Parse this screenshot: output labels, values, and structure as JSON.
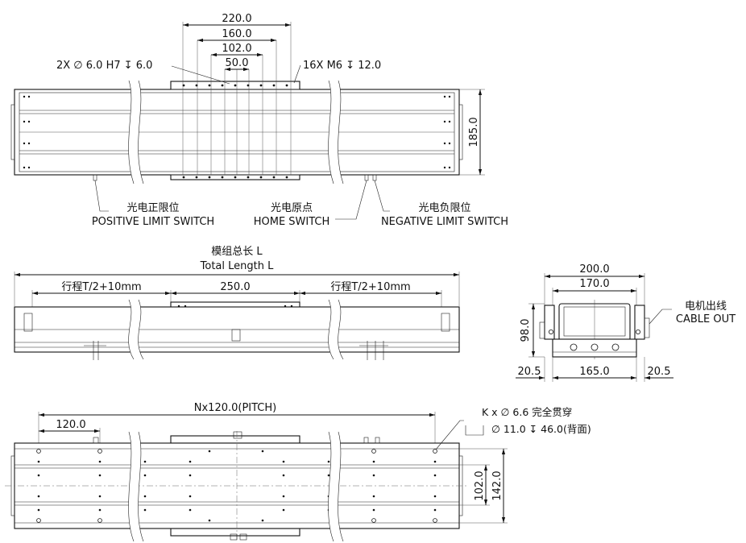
{
  "top_view": {
    "dim_220": "220.0",
    "dim_160": "160.0",
    "dim_102": "102.0",
    "dim_50": "50.0",
    "dim_185": "185.0",
    "pin_hole_note": "2X  ∅  6.0 H7  ↧  6.0",
    "tapped_hole_note": "16X  M6   ↧  12.0",
    "pos_limit_cn": "光电正限位",
    "pos_limit_en": "POSITIVE LIMIT SWITCH",
    "home_cn": "光电原点",
    "home_en": "HOME SWITCH",
    "neg_limit_cn": "光电负限位",
    "neg_limit_en": "NEGATIVE LIMIT SWITCH"
  },
  "side_view": {
    "total_cn": "模组总长 L",
    "total_en": "Total Length L",
    "stroke_left": "行程T/2+10mm",
    "stroke_right": "行程T/2+10mm",
    "carriage_len": "250.0"
  },
  "end_view": {
    "dim_200": "200.0",
    "dim_170": "170.0",
    "dim_98": "98.0",
    "dim_20_left": "20.5",
    "dim_165": "165.0",
    "dim_20_right": "20.5",
    "cable_cn": "电机出线",
    "cable_en": "CABLE OUT"
  },
  "bottom_view": {
    "pitch": "Nx120.0(PITCH)",
    "dim_120": "120.0",
    "hole_note_1": "K x  ∅  6.6 完全贯穿",
    "hole_note_2": "∅  11.0  ↧  46.0(背面)",
    "dim_102": "102.0",
    "dim_142": "142.0"
  },
  "colors": {
    "line": "#111111",
    "background": "#ffffff"
  }
}
